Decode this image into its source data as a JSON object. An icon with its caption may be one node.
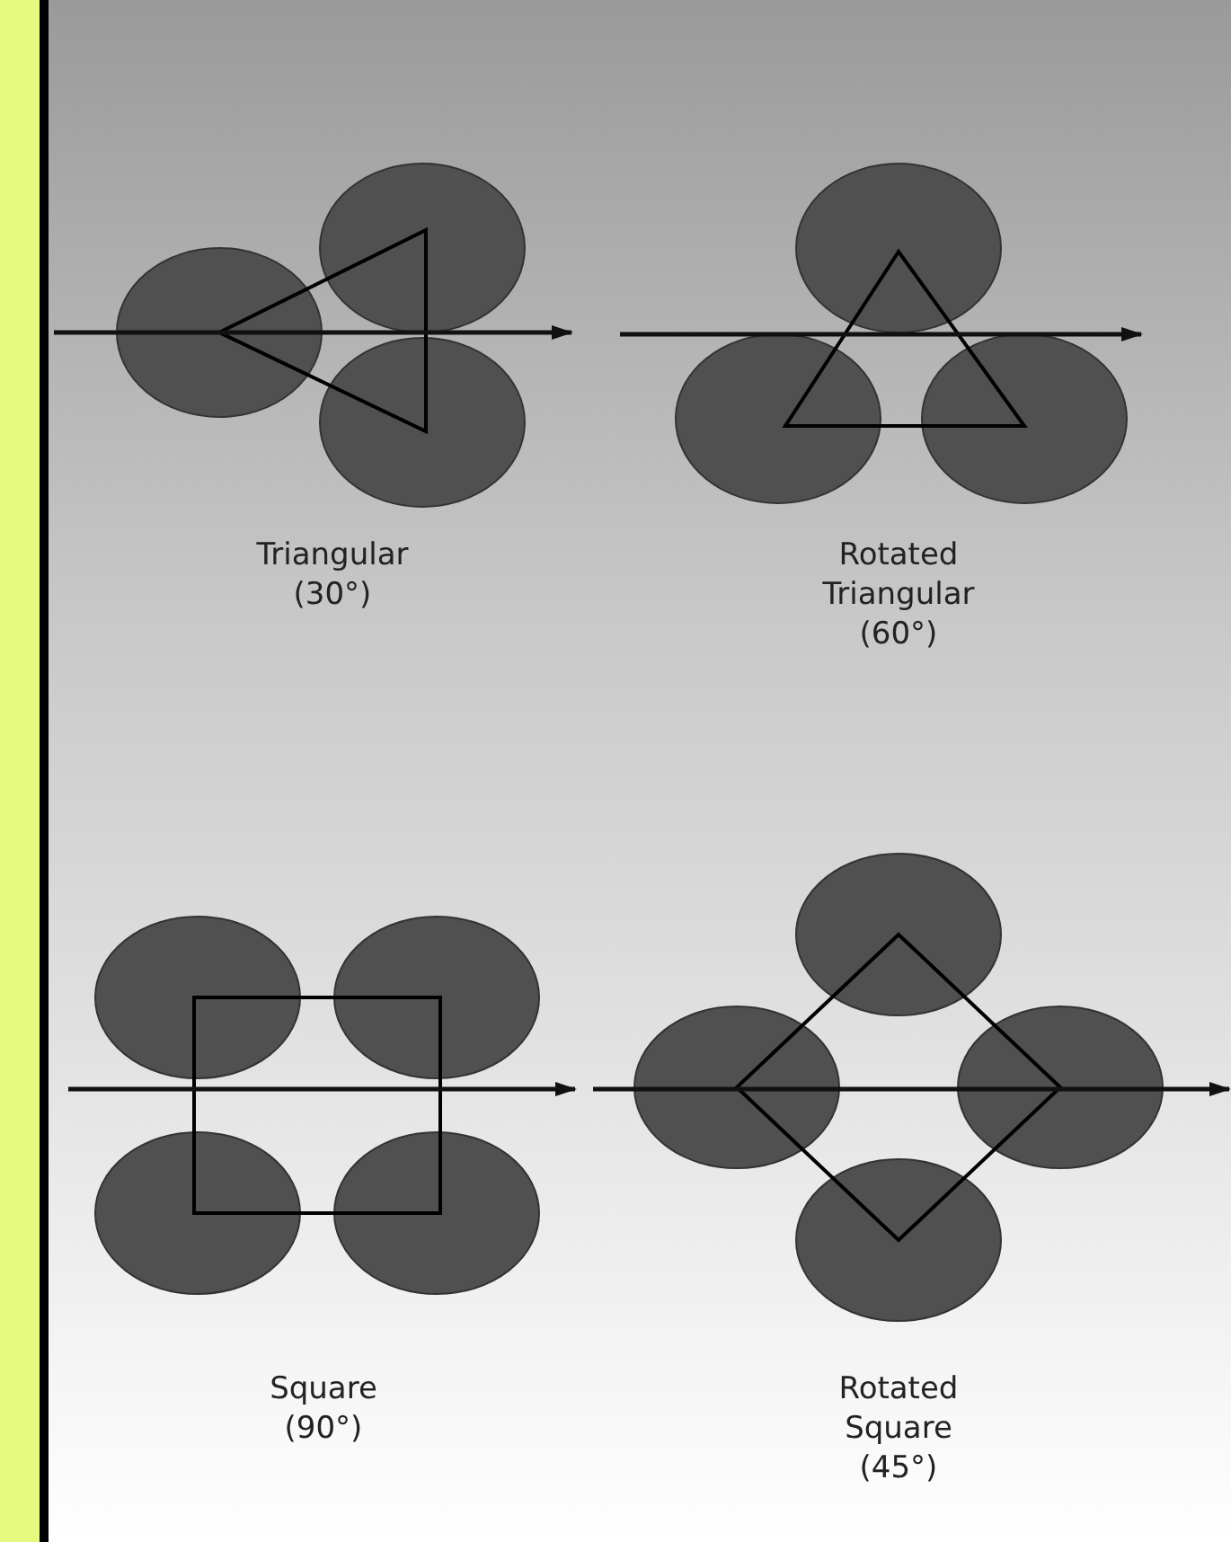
{
  "diagram": {
    "labels": [
      "Triangular (30°)",
      "Rotated Triangular (60°)",
      "Square (90°)",
      "Rotated Square (45°)"
    ]
  }
}
